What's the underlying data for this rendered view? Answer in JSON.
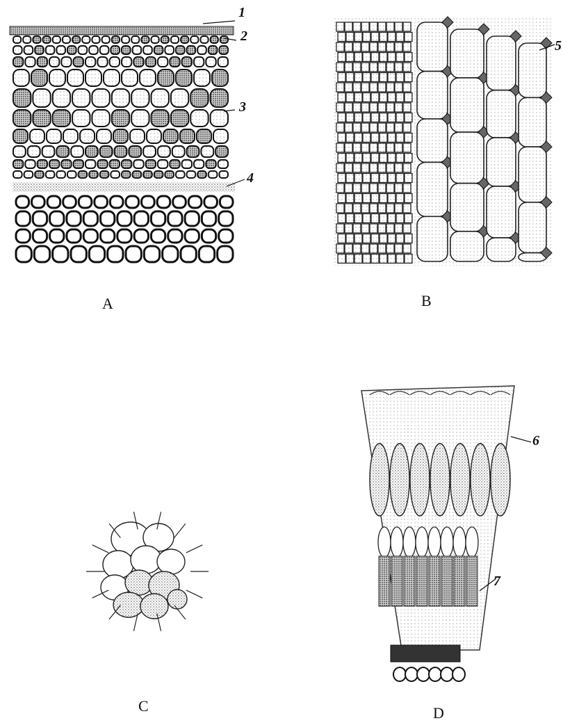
{
  "panels": [
    {
      "id": "A",
      "label": "A"
    },
    {
      "id": "B",
      "label": "B"
    },
    {
      "id": "C",
      "label": "C"
    },
    {
      "id": "D",
      "label": "D"
    }
  ],
  "callouts": [
    "1",
    "2",
    "3",
    "4",
    "5",
    "6",
    "7"
  ]
}
